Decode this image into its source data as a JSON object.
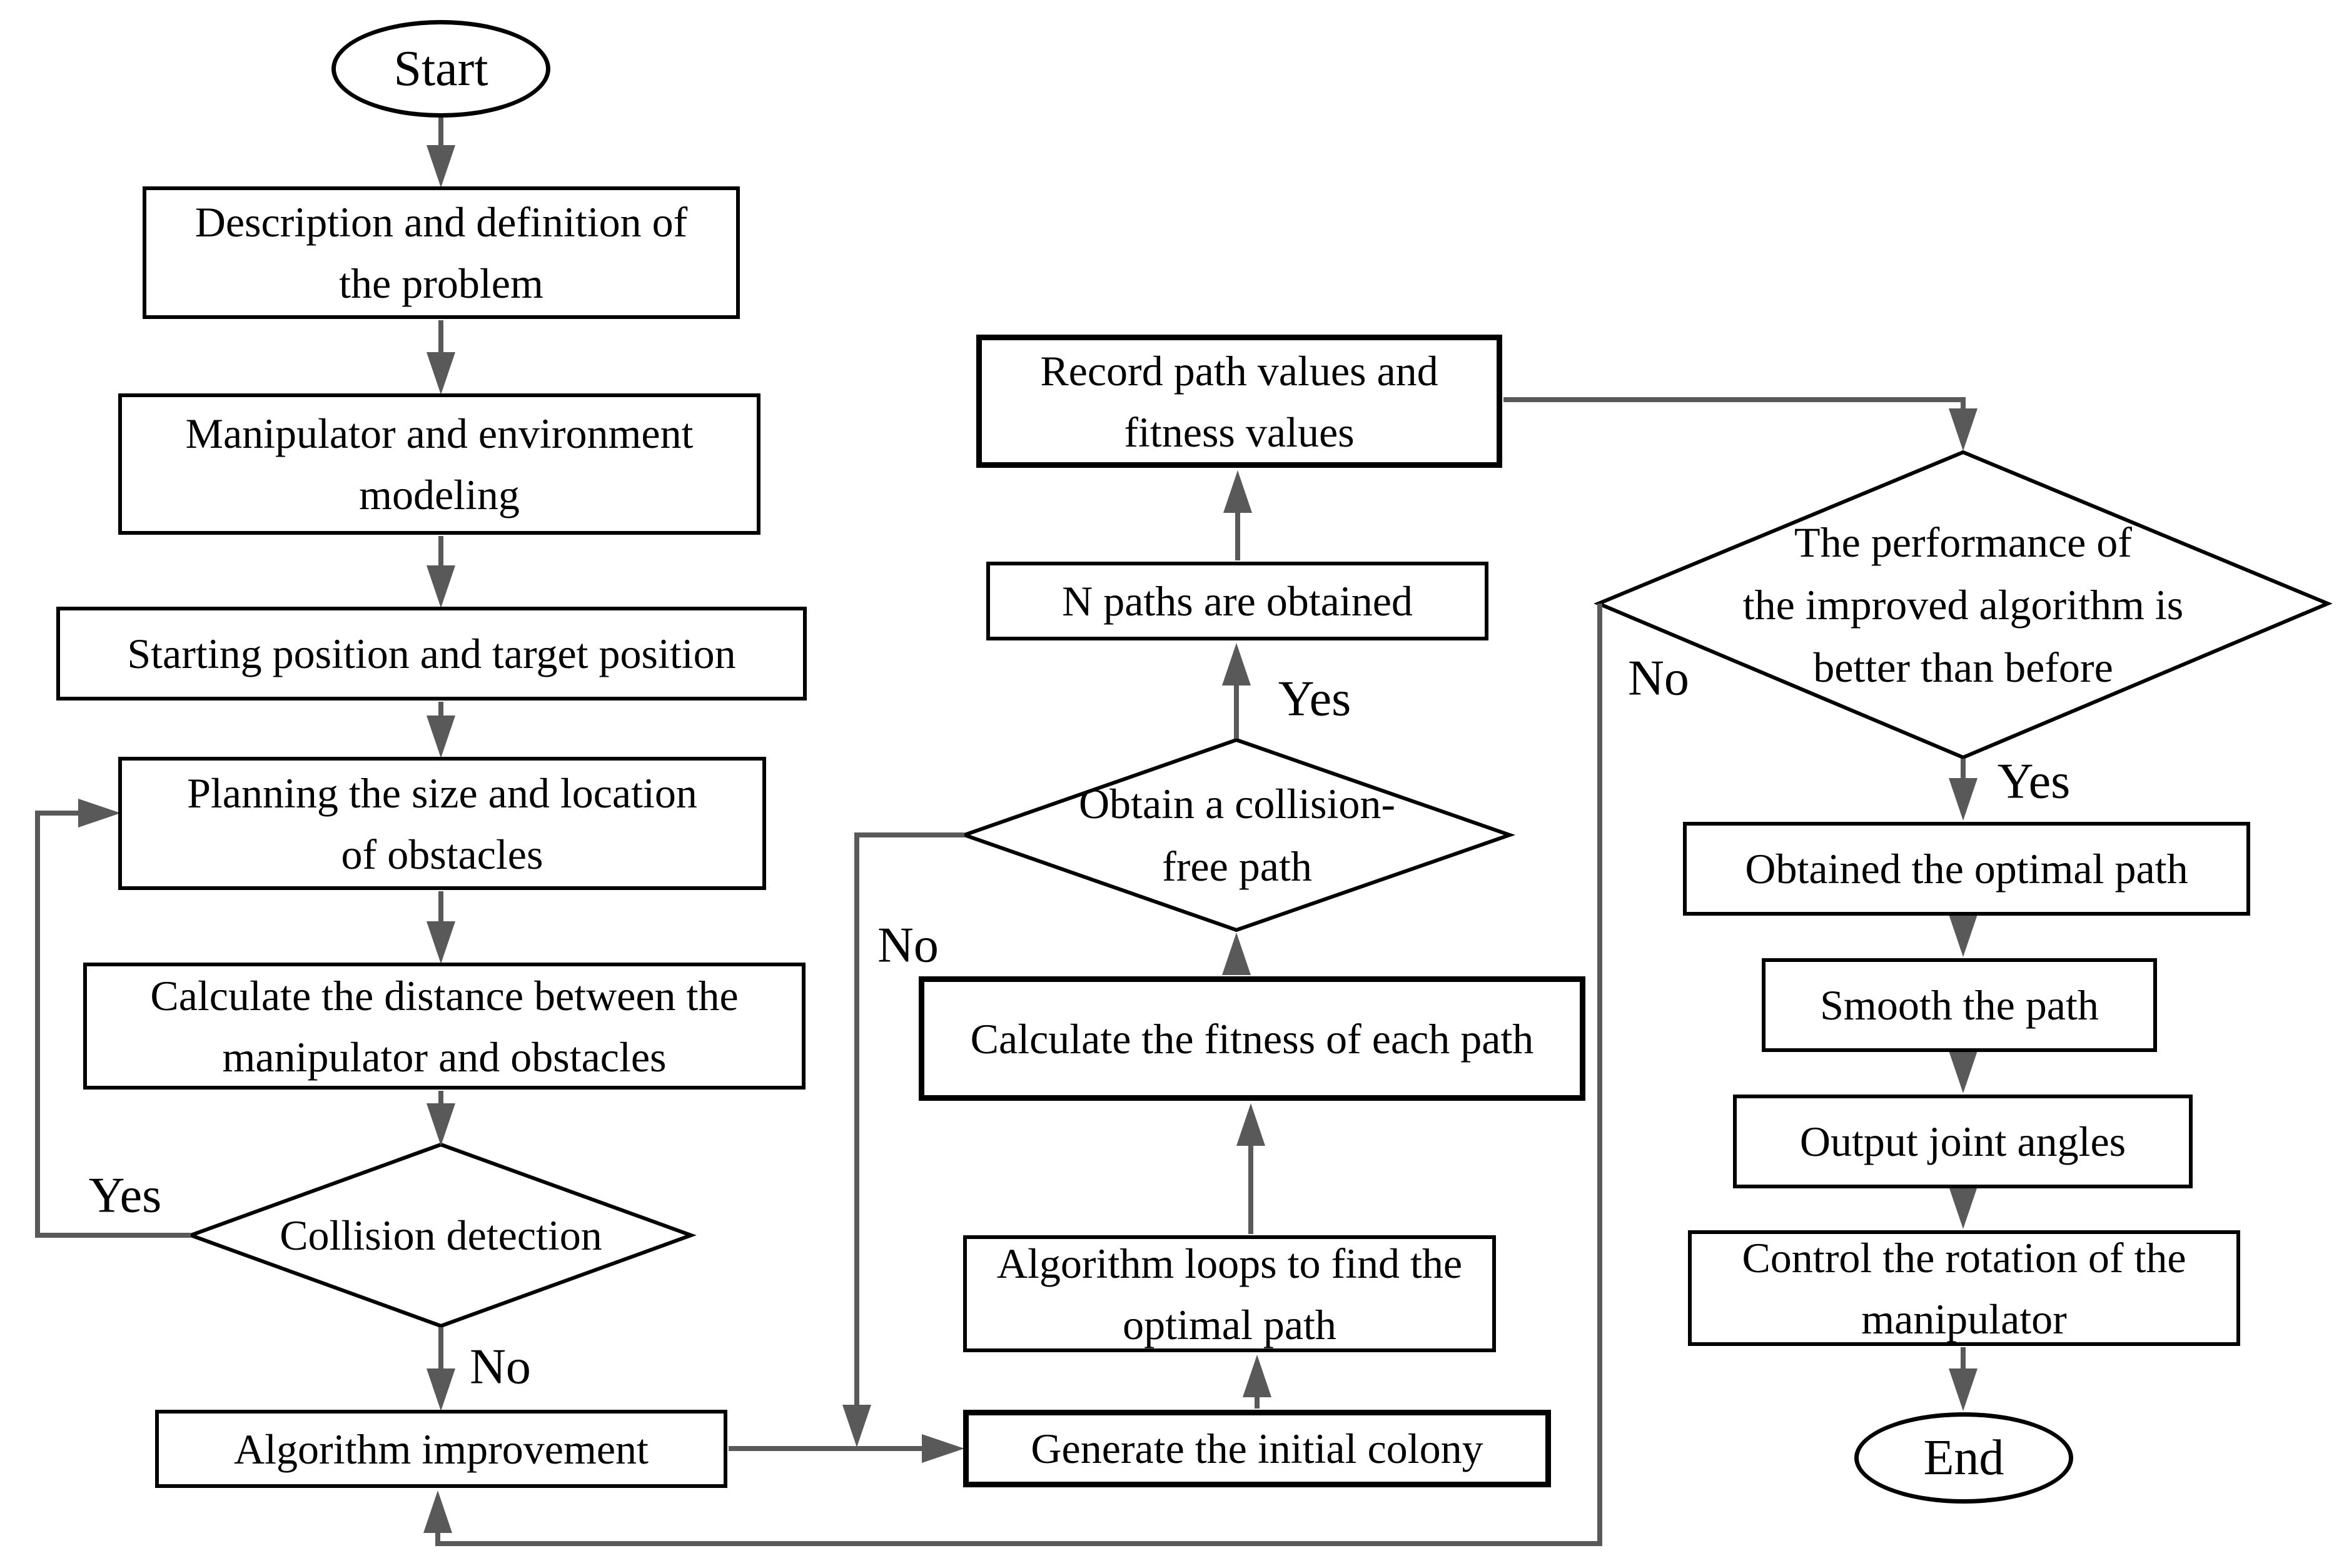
{
  "flowchart": {
    "colors": {
      "background": "#ffffff",
      "shape_border": "#000000",
      "connector": "#595959",
      "text": "#000000"
    },
    "nodes": {
      "start": {
        "label": "Start"
      },
      "desc": {
        "label": "Description and definition of the problem",
        "lines": [
          "Description and definition of",
          "the problem"
        ]
      },
      "modeling": {
        "label": "Manipulator and environment modeling",
        "lines": [
          "Manipulator and environment",
          "modeling"
        ]
      },
      "startpos": {
        "label": "Starting position and target position"
      },
      "planning": {
        "label": "Planning the size and location of obstacles",
        "lines": [
          "Planning the size and location",
          "of obstacles"
        ]
      },
      "calcdist": {
        "label": "Calculate the distance between the manipulator and obstacles",
        "lines": [
          "Calculate the distance between the",
          "manipulator and obstacles"
        ]
      },
      "collision": {
        "label": "Collision detection"
      },
      "algimprove": {
        "label": "Algorithm improvement"
      },
      "record": {
        "label": "Record path values and fitness values",
        "lines": [
          "Record path values and",
          "fitness values"
        ]
      },
      "npaths": {
        "label": "N paths are obtained"
      },
      "obtainfree": {
        "label": "Obtain a collision-free path",
        "lines": [
          "Obtain a collision-",
          "free path"
        ]
      },
      "calcfit": {
        "label": "Calculate the fitness of each path"
      },
      "algloops": {
        "label": "Algorithm loops to find the optimal path",
        "lines": [
          "Algorithm loops to find the",
          "optimal path"
        ]
      },
      "generate": {
        "label": "Generate the initial colony"
      },
      "perf": {
        "label": "The performance of the improved algorithm is better than before",
        "lines": [
          "The performance of",
          "the improved algorithm is",
          "better than before"
        ]
      },
      "optimal": {
        "label": "Obtained the optimal path"
      },
      "smooth": {
        "label": "Smooth the path"
      },
      "joints": {
        "label": "Output joint angles"
      },
      "control": {
        "label": "Control the rotation of the manipulator",
        "lines": [
          "Control the rotation of the",
          "manipulator"
        ]
      },
      "end": {
        "label": "End"
      }
    },
    "edge_labels": {
      "collision_yes": "Yes",
      "collision_no": "No",
      "obtain_yes": "Yes",
      "obtain_no": "No",
      "perf_yes": "Yes",
      "perf_no": "No"
    }
  }
}
